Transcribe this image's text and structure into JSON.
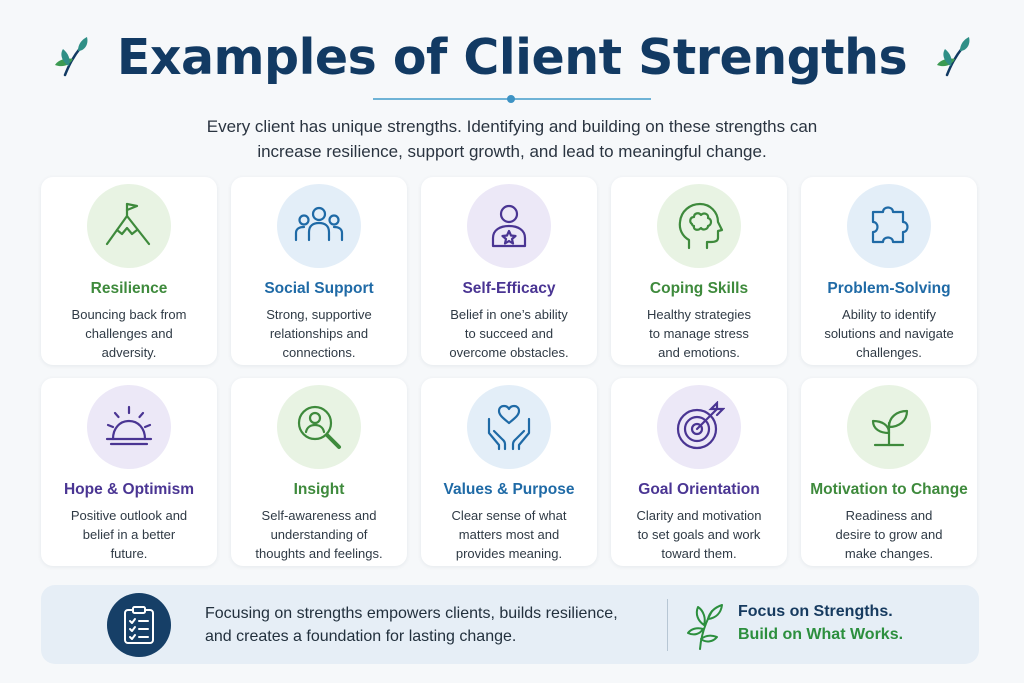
{
  "title": "Examples of Client Strengths",
  "intro": {
    "line1": "Every client has unique strengths. Identifying and building on these strengths can",
    "line2": "increase resilience, support growth, and lead to meaningful change."
  },
  "colors": {
    "navy": "#123a63",
    "green": "#3e8a3c",
    "blue": "#1f6aa6",
    "purple": "#4a3593",
    "green_bg": "#e8f3e3",
    "blue_bg": "#e3eef8",
    "purple_bg": "#ece8f7"
  },
  "cards": [
    {
      "title": "Resilience",
      "desc1": "Bouncing back from",
      "desc2": "challenges and",
      "desc3": "adversity.",
      "icon": "mountain-flag-icon",
      "theme": "green"
    },
    {
      "title": "Social Support",
      "desc1": "Strong, supportive",
      "desc2": "relationships and",
      "desc3": "connections.",
      "icon": "people-group-icon",
      "theme": "blue"
    },
    {
      "title": "Self-Efficacy",
      "desc1": "Belief in one’s ability",
      "desc2": "to succeed and",
      "desc3": "overcome obstacles.",
      "icon": "person-star-icon",
      "theme": "purple"
    },
    {
      "title": "Coping Skills",
      "desc1": "Healthy strategies",
      "desc2": "to manage stress",
      "desc3": "and emotions.",
      "icon": "head-brain-icon",
      "theme": "green"
    },
    {
      "title": "Problem-Solving",
      "desc1": "Ability to identify",
      "desc2": "solutions and navigate",
      "desc3": "challenges.",
      "icon": "puzzle-piece-icon",
      "theme": "blue"
    },
    {
      "title": "Hope & Optimism",
      "desc1": "Positive outlook and",
      "desc2": "belief in a better",
      "desc3": "future.",
      "icon": "sunrise-icon",
      "theme": "purple"
    },
    {
      "title": "Insight",
      "desc1": "Self-awareness and",
      "desc2": "understanding of",
      "desc3": "thoughts and feelings.",
      "icon": "magnifier-person-icon",
      "theme": "green"
    },
    {
      "title": "Values & Purpose",
      "desc1": "Clear sense of what",
      "desc2": "matters most and",
      "desc3": "provides meaning.",
      "icon": "hands-heart-icon",
      "theme": "blue"
    },
    {
      "title": "Goal Orientation",
      "desc1": "Clarity and motivation",
      "desc2": "to set goals and work",
      "desc3": "toward them.",
      "icon": "target-arrow-icon",
      "theme": "purple"
    },
    {
      "title": "Motivation to Change",
      "desc1": "Readiness and",
      "desc2": "desire to grow and",
      "desc3": "make changes.",
      "icon": "sprout-icon",
      "theme": "green"
    }
  ],
  "footer": {
    "line1": "Focusing on strengths empowers clients, builds resilience,",
    "line2": "and creates a foundation for lasting change.",
    "tagline1": "Focus on Strengths.",
    "tagline2": "Build on What Works.",
    "icon": "clipboard-checklist-icon"
  }
}
